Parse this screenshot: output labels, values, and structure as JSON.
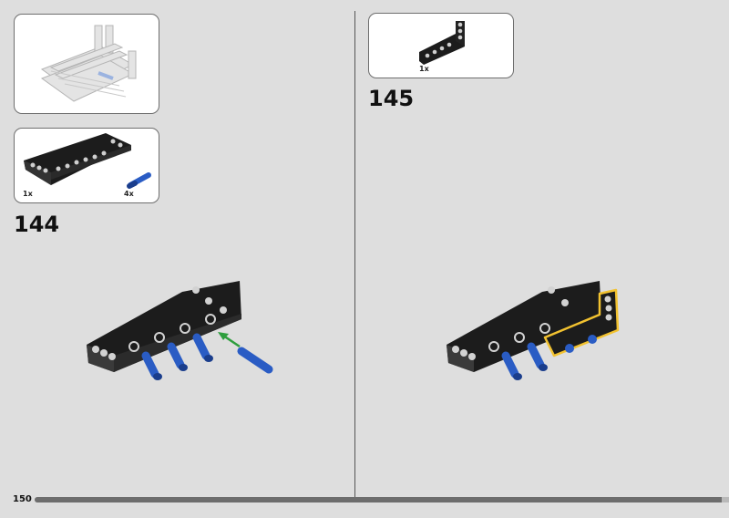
{
  "page": {
    "number": "150",
    "progress": 0.99
  },
  "steps": [
    {
      "number": "144",
      "parts": [
        {
          "qty": "1x"
        },
        {
          "qty": "4x"
        }
      ]
    },
    {
      "number": "145",
      "parts": [
        {
          "qty": "1x"
        }
      ]
    }
  ],
  "colors": {
    "background": "#dedede",
    "beam_black": "#1c1c1c",
    "pin_blue": "#2a5cc4",
    "arrow_green": "#2e9e3e",
    "highlight_yellow": "#f2c230"
  }
}
